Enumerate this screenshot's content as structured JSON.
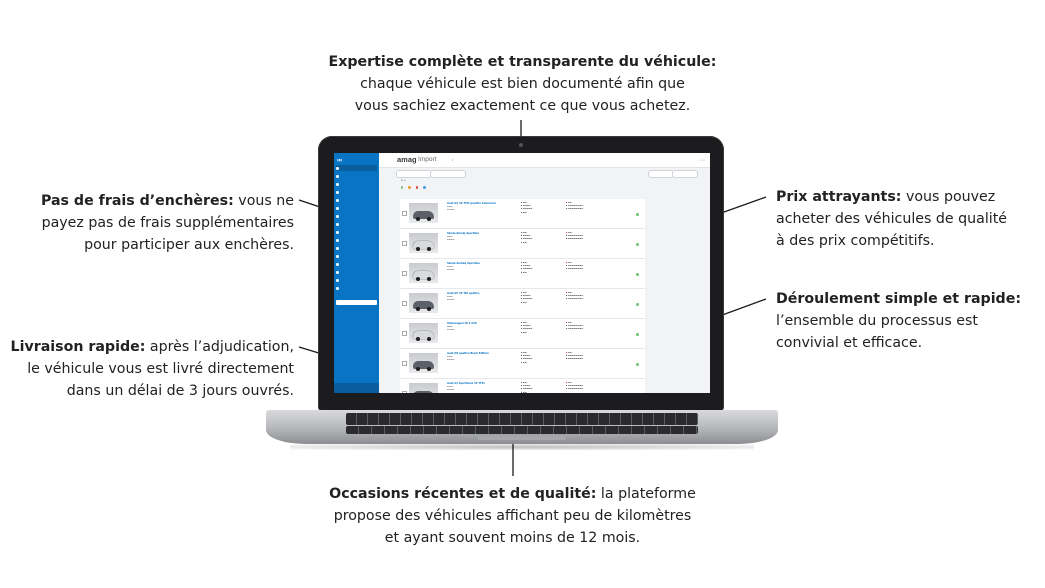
{
  "annotations": {
    "expertise": {
      "title": "Expertise complète et transparente du véhicule:",
      "line1": "chaque véhicule est bien documenté afin que",
      "line2": "vous sachiez exactement ce que vous achetez."
    },
    "frais": {
      "title": "Pas de frais d’enchères:",
      "line1_rest": "vous ne",
      "line2": "payez pas de frais supplémentaires",
      "line3": "pour participer aux enchères."
    },
    "prix": {
      "title": "Prix attrayants:",
      "line1_rest": "vous pouvez",
      "line2": "acheter des véhicules de qualité",
      "line3": "à des prix compétitifs."
    },
    "deroulement": {
      "title": "Déroulement simple et rapide:",
      "line2": "l’ensemble du processus est",
      "line3": "convivial et efficace."
    },
    "livraison": {
      "title": "Livraison rapide:",
      "line1_rest": "après l’adjudication,",
      "line2": "le véhicule vous est livré directement",
      "line3": "dans un délai de 3 jours ouvrés."
    },
    "occasions": {
      "title": "Occasions récentes et de qualité:",
      "line1_rest": "la plateforme",
      "line2": "propose des véhicules affichant peu de kilomètres",
      "line3": "et ayant souvent moins de 12 mois."
    }
  },
  "app": {
    "brand": "amag",
    "brand_sub": "Import",
    "rows": [
      {
        "title": "Audi Q3 40 TFSI quattro Advanced",
        "car": "dark"
      },
      {
        "title": "Skoda Kamiq Sportline",
        "car": "light"
      },
      {
        "title": "Skoda Kodiaq Sportline",
        "car": "light"
      },
      {
        "title": "Audi Q5 40 TDI quattro",
        "car": "dark"
      },
      {
        "title": "Volkswagen ID.4 GTX",
        "car": "light"
      },
      {
        "title": "Audi Q8 quattro Black Edition",
        "car": "dark"
      },
      {
        "title": "Audi A3 Sportback 35 TFSI",
        "car": "dark"
      }
    ]
  },
  "colors": {
    "sidebar": "#0a74c4",
    "accent": "#0a74c4",
    "connector": "#1a1a1a"
  }
}
